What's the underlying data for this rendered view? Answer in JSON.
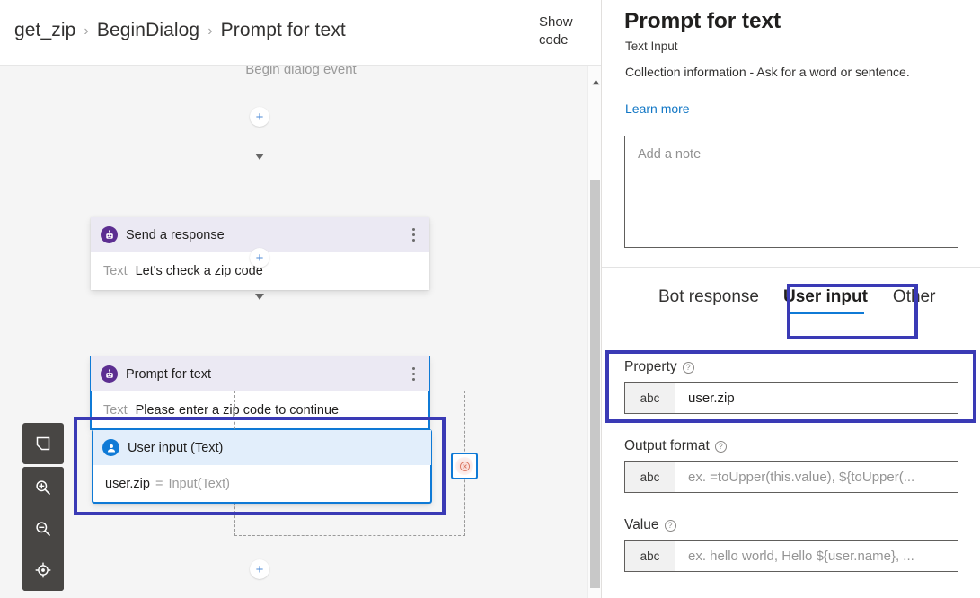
{
  "breadcrumb": {
    "items": [
      "get_zip",
      "BeginDialog",
      "Prompt for text"
    ],
    "separator": "›",
    "show_code_label": "Show code"
  },
  "canvas": {
    "begin_event_label": "Begin dialog event",
    "add_label": "+",
    "nodes": [
      {
        "id": "send-a-response",
        "icon": "bot-icon",
        "title": "Send a response",
        "body_label": "Text",
        "body_value": "Let's check a zip code",
        "selected": false,
        "menu": "kebab-menu-icon"
      },
      {
        "id": "prompt-for-text",
        "icon": "bot-icon",
        "title": "Prompt for text",
        "body_label": "Text",
        "body_value": "Please enter a zip code to continue",
        "selected": true,
        "menu": "kebab-menu-icon"
      },
      {
        "id": "user-input-text",
        "icon": "user-icon",
        "title": "User input (Text)",
        "body_property": "user.zip",
        "body_equals": "=",
        "body_value": "Input(Text)",
        "selected": true,
        "highlighted": true
      }
    ],
    "error_chip": "error-circle-icon",
    "toolbar": [
      {
        "name": "fit-to-screen-icon",
        "label": "Fit to screen"
      },
      {
        "name": "zoom-in-icon",
        "label": "Zoom in"
      },
      {
        "name": "zoom-out-icon",
        "label": "Zoom out"
      },
      {
        "name": "reset-focus-icon",
        "label": "Reset focus"
      }
    ],
    "scrollbar": {
      "up_arrow": "chevron-up-icon"
    }
  },
  "panel": {
    "title": "Prompt for text",
    "subtitle": "Text Input",
    "description": "Collection information - Ask for a word or sentence.",
    "learn_more": "Learn more",
    "note_placeholder": "Add a note",
    "note_value": "",
    "tabs": [
      {
        "label": "Bot response",
        "active": false
      },
      {
        "label": "User input",
        "active": true,
        "highlighted": true
      },
      {
        "label": "Other",
        "active": false
      }
    ],
    "fields": [
      {
        "label": "Property",
        "help": "?",
        "prefix": "abc",
        "value": "user.zip",
        "placeholder": "",
        "highlighted": true
      },
      {
        "label": "Output format",
        "help": "?",
        "prefix": "abc",
        "value": "",
        "placeholder": "ex. =toUpper(this.value), ${toUpper(...",
        "highlighted": false
      },
      {
        "label": "Value",
        "help": "?",
        "prefix": "abc",
        "value": "",
        "placeholder": "ex. hello world, Hello ${user.name}, ...",
        "highlighted": false
      }
    ]
  },
  "colors": {
    "accent_blue": "#0f7ad6",
    "highlight_purple": "#3a3ab5",
    "bot_purple": "#5c2e91",
    "link_blue": "#1277c5",
    "canvas_bg": "#f5f5f5",
    "bot_header": "#ebe9f3",
    "user_header": "#e2eefb",
    "error_salmon": "#ea6e5a"
  }
}
